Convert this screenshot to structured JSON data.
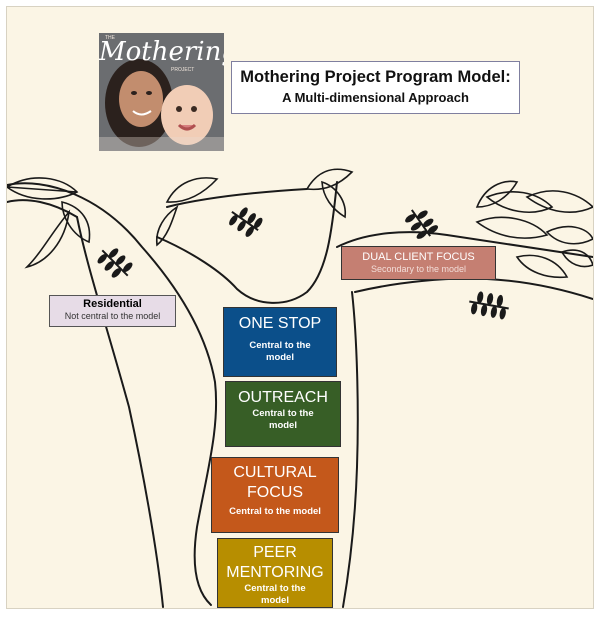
{
  "cover": {
    "title": "Mothering",
    "title_prefix": "THE",
    "title_suffix": "PROJECT"
  },
  "header": {
    "title": "Mothering Project Program Model:",
    "subtitle": "A Multi-dimensional Approach"
  },
  "labels": {
    "residential": {
      "title": "Residential",
      "subtitle": "Not central to the model"
    },
    "dual_client": {
      "title": "DUAL CLIENT FOCUS",
      "subtitle": "Secondary to the model"
    }
  },
  "components": [
    {
      "title": "ONE STOP",
      "subtitle": "Central to the model",
      "color": "#0b4f8a"
    },
    {
      "title": "OUTREACH",
      "subtitle": "Central to the model",
      "color": "#375e26"
    },
    {
      "title": "CULTURAL FOCUS",
      "subtitle": "Central to the model",
      "color": "#c4581b"
    },
    {
      "title": "PEER MENTORING",
      "subtitle": "Central to the model",
      "color": "#b78e00"
    }
  ],
  "colors": {
    "background": "#fbf5e5",
    "residential_fill": "#e7dce7",
    "dual_fill": "#c57f72"
  }
}
